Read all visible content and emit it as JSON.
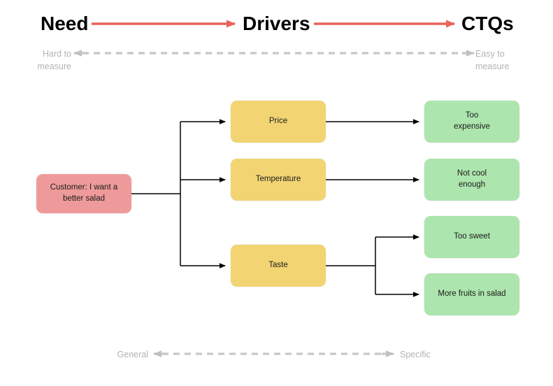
{
  "header": {
    "need_label": "Need",
    "drivers_label": "Drivers",
    "ctqs_label": "CTQs",
    "arrow_color": "#e8645c"
  },
  "axes": {
    "top_left_caption": "Hard to\nmeasure",
    "top_right_caption": "Easy to\nmeasure",
    "bottom_left_caption": "General",
    "bottom_right_caption": "Specific",
    "dash_color": "#c7c7c7",
    "caption_color": "#b3b3b3"
  },
  "nodes": {
    "need": {
      "label": "Customer: I want a\nbetter salad",
      "color": "#ef9a9a"
    },
    "drivers": [
      {
        "label": "Price",
        "color": "#f2d572"
      },
      {
        "label": "Temperature",
        "color": "#f2d572"
      },
      {
        "label": "Taste",
        "color": "#f2d572"
      }
    ],
    "ctqs": [
      {
        "label": "Too\nexpensive",
        "color": "#ace5ad"
      },
      {
        "label": "Not cool\nenough",
        "color": "#ace5ad"
      },
      {
        "label": "Too sweet",
        "color": "#ace5ad"
      },
      {
        "label": "More fruits in salad",
        "color": "#ace5ad"
      }
    ]
  },
  "connectors": {
    "line_color": "#000000",
    "need_to_drivers": [
      "Price",
      "Temperature",
      "Taste"
    ],
    "price_to": [
      "Too expensive"
    ],
    "temperature_to": [
      "Not cool enough"
    ],
    "taste_to": [
      "Too sweet",
      "More fruits in salad"
    ]
  }
}
